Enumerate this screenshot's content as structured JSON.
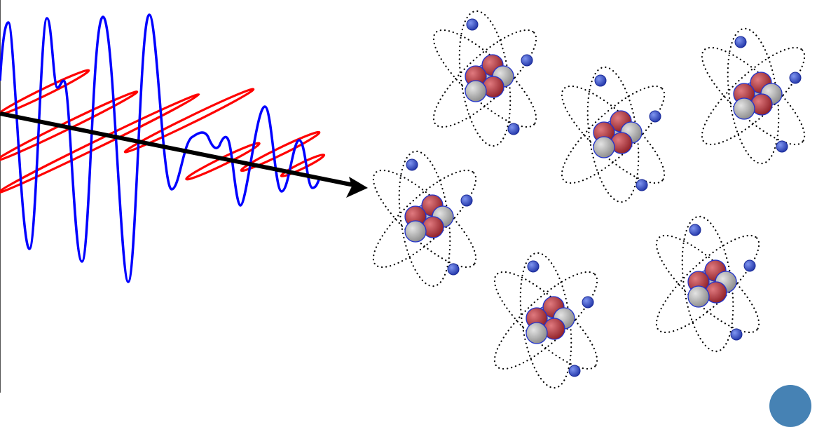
{
  "colors": {
    "wave_blue": "#0000ff",
    "wave_red": "#ff0000",
    "arrow": "#000000",
    "electron": "#3a55cc",
    "proton": "#b8323a",
    "neutron": "#a9a9a9",
    "orbit": "#000000",
    "corner_badge": "#4682b4"
  },
  "icons": [
    "wave-packet",
    "propagation-arrow",
    "atom",
    "corner-badge"
  ],
  "atom_count": 6
}
